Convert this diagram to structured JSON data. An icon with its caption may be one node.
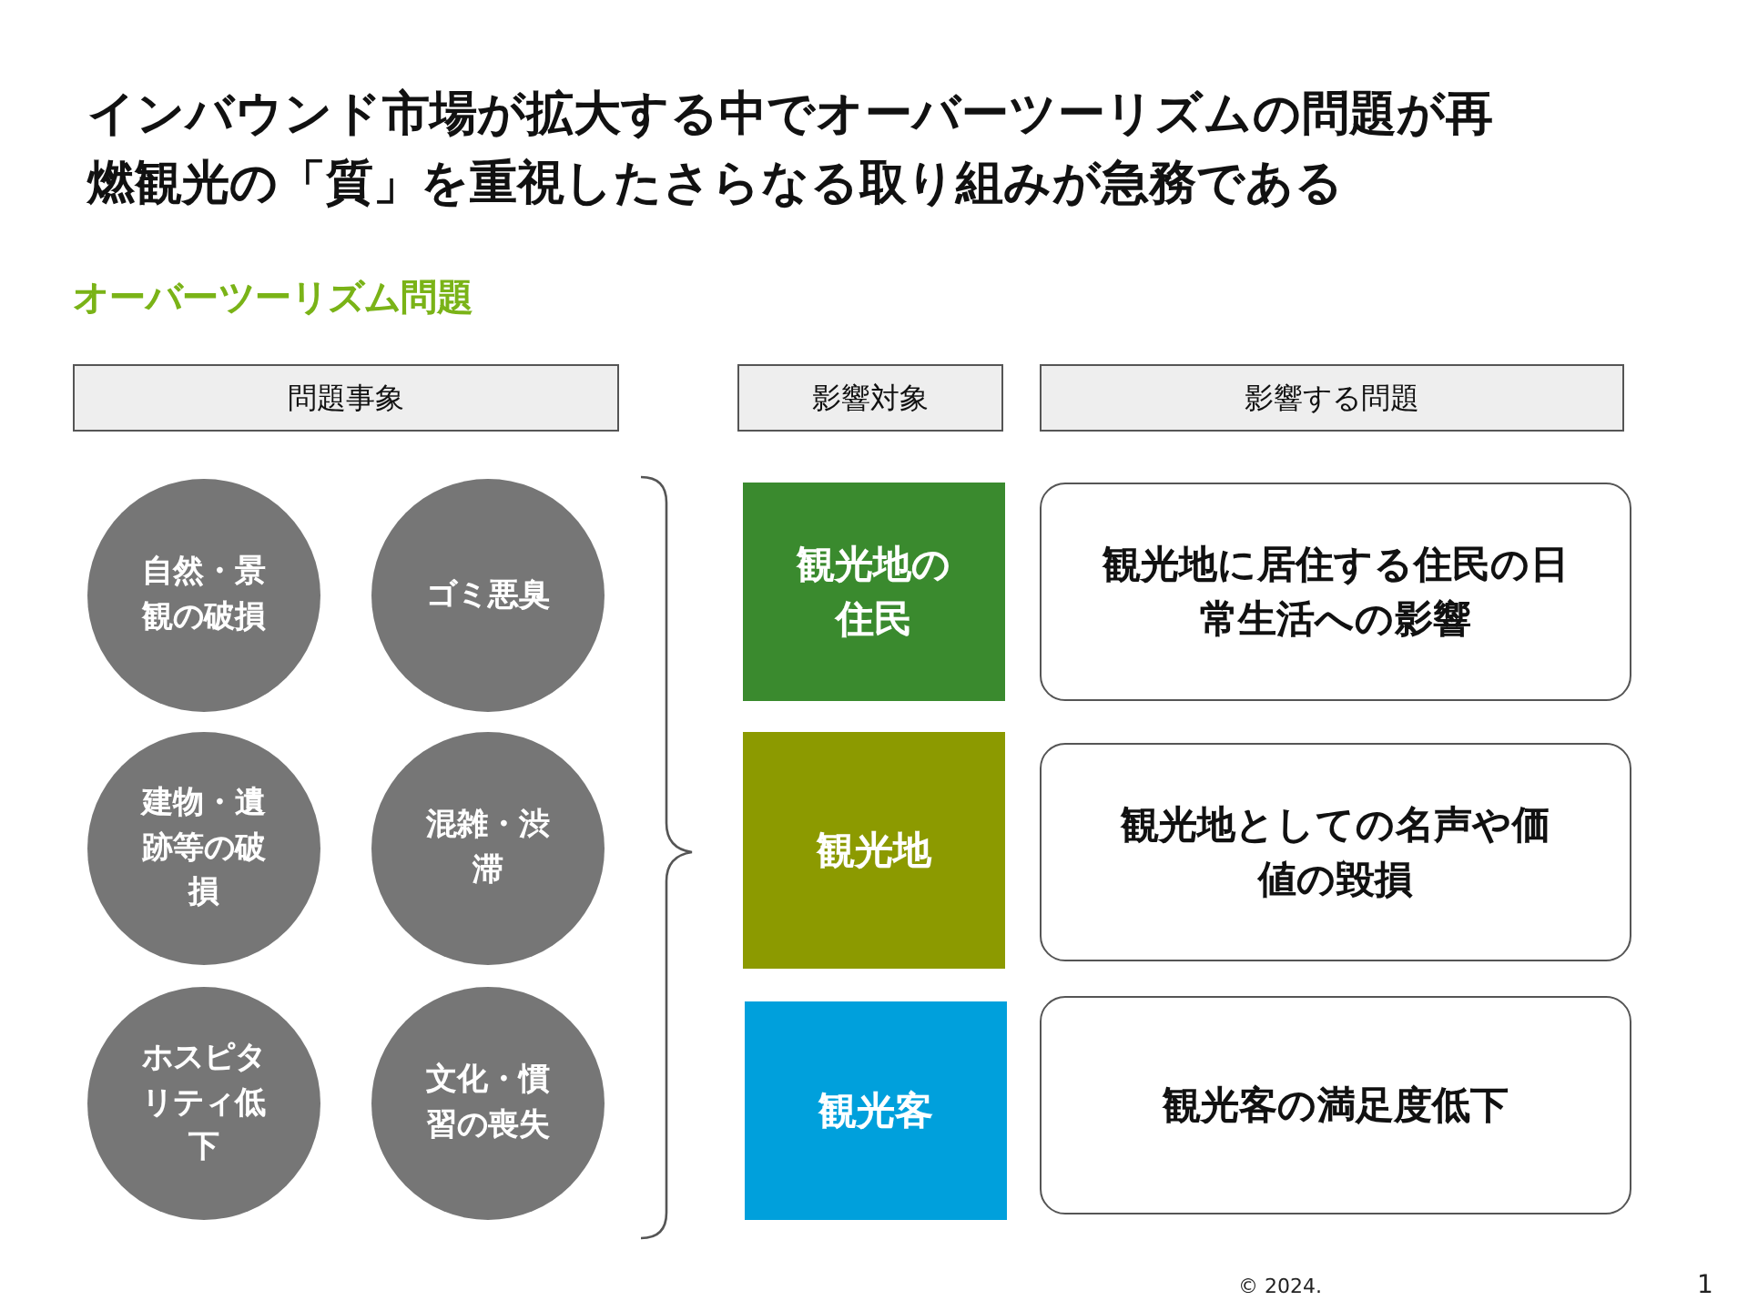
{
  "diagram": {
    "title": "インバウンド市場が拡大する中でオーバーツーリズムの問題が再燃観光の「質」を重視したさらなる取り組みが急務である",
    "nodes": [
      {
        "text": [
          "問題事象"
        ]
      },
      {
        "text": [
          "影響対象"
        ]
      },
      {
        "text": [
          "影響する問題"
        ]
      },
      {
        "text": [
          "自然・景観の破損"
        ]
      },
      {
        "text": [
          "ゴミ悪臭"
        ]
      },
      {
        "text": [
          "建物・遺跡等の破損"
        ]
      },
      {
        "text": [
          "混雑・渋滞"
        ]
      },
      {
        "text": [
          "ホスピタリティ低下"
        ]
      },
      {
        "text": [
          "文化・慣習の喪失"
        ]
      },
      {
        "text": [
          "観光地の住民"
        ]
      },
      {
        "text": [
          "観光地に居住する住民の日常生活への影響"
        ]
      },
      {
        "text": [
          "観光地"
        ]
      },
      {
        "text": [
          "観光地としての名声や価値の毀損"
        ]
      },
      {
        "text": [
          "観光客"
        ]
      },
      {
        "text": [
          "観光客の満足度低下"
        ]
      }
    ],
    "labels": [
      "オーバーツーリズム問題",
      "© 2024.",
      "1"
    ]
  }
}
